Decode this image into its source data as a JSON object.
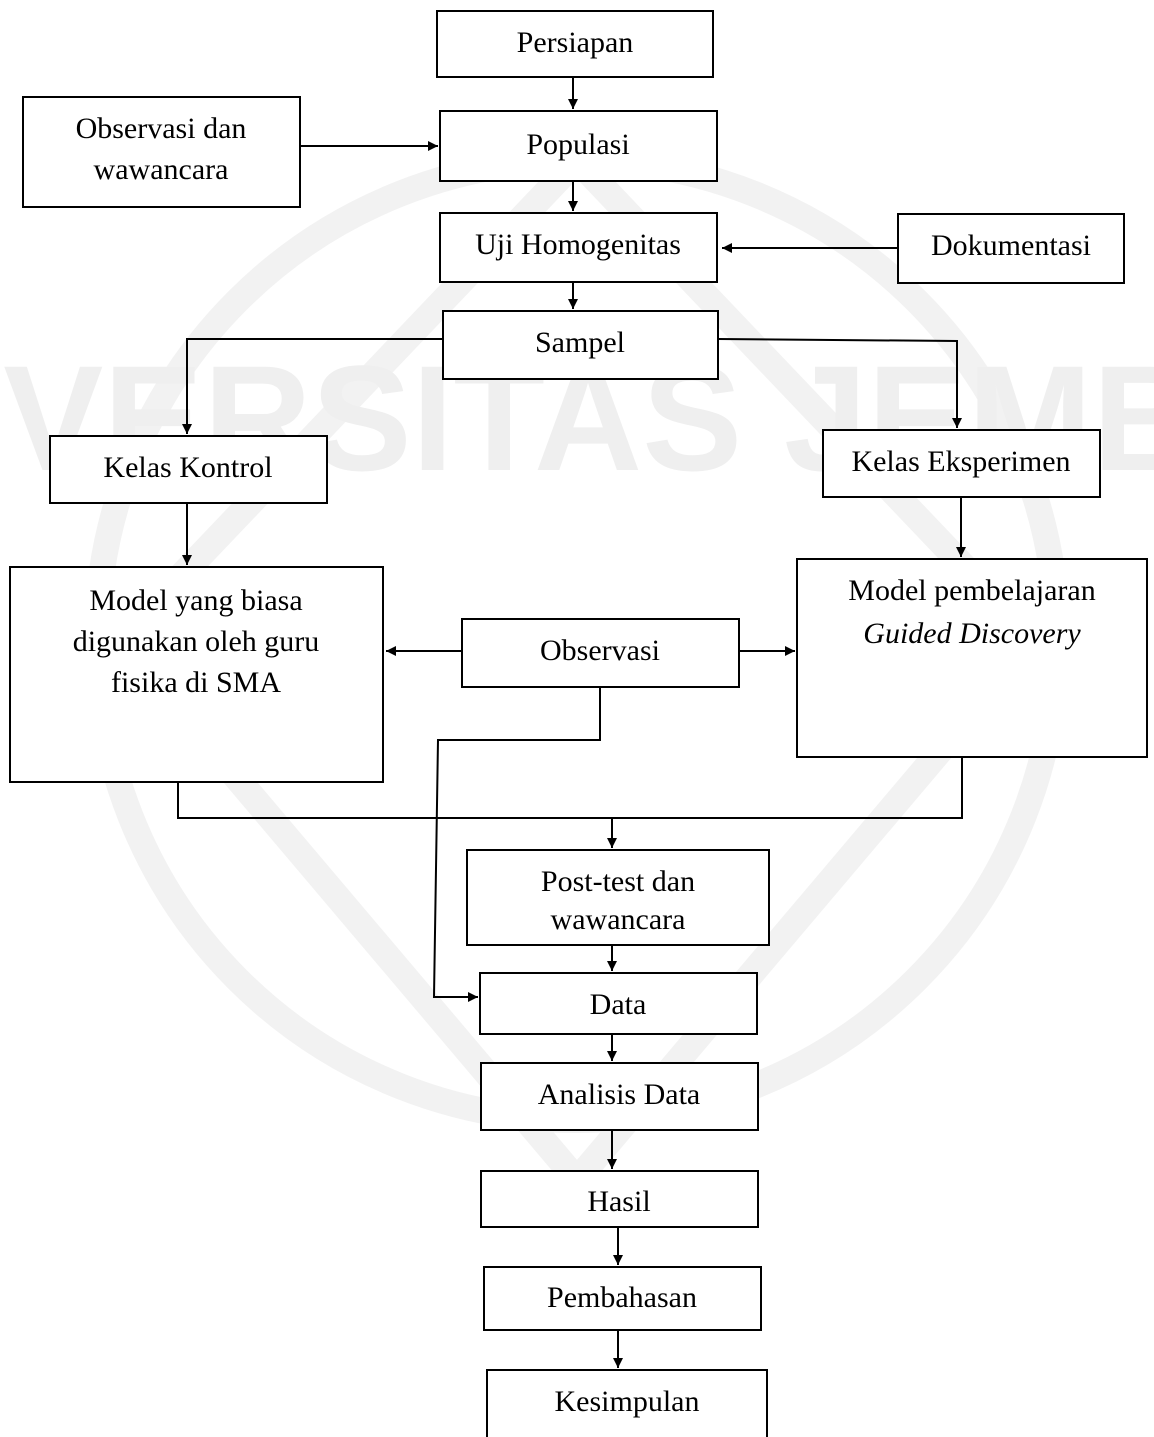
{
  "diagram": {
    "nodes": {
      "persiapan": [
        "Persiapan"
      ],
      "observasi_wawancara": [
        "Observasi dan",
        "wawancara"
      ],
      "populasi": [
        "Populasi"
      ],
      "uji_homogenitas": [
        "Uji Homogenitas"
      ],
      "dokumentasi": [
        "Dokumentasi"
      ],
      "sampel": [
        "Sampel"
      ],
      "kelas_kontrol": [
        "Kelas Kontrol"
      ],
      "kelas_eksperimen": [
        "Kelas Eksperimen"
      ],
      "model_biasa": [
        "Model yang biasa",
        "digunakan oleh guru",
        "fisika di SMA"
      ],
      "observasi": [
        "Observasi"
      ],
      "model_pembelajaran": [
        "Model pembelajaran",
        "Guided Discovery"
      ],
      "posttest": [
        "Post-test dan",
        "wawancara"
      ],
      "data": [
        "Data"
      ],
      "analisis_data": [
        "Analisis Data"
      ],
      "hasil": [
        "Hasil"
      ],
      "pembahasan": [
        "Pembahasan"
      ],
      "kesimpulan": [
        "Kesimpulan"
      ]
    },
    "edges": [
      [
        "persiapan",
        "populasi"
      ],
      [
        "observasi_wawancara",
        "populasi"
      ],
      [
        "populasi",
        "uji_homogenitas"
      ],
      [
        "dokumentasi",
        "uji_homogenitas"
      ],
      [
        "uji_homogenitas",
        "sampel"
      ],
      [
        "sampel",
        "kelas_kontrol"
      ],
      [
        "sampel",
        "kelas_eksperimen"
      ],
      [
        "kelas_kontrol",
        "model_biasa"
      ],
      [
        "kelas_eksperimen",
        "model_pembelajaran"
      ],
      [
        "observasi",
        "model_biasa"
      ],
      [
        "observasi",
        "model_pembelajaran"
      ],
      [
        "model_biasa",
        "posttest"
      ],
      [
        "model_pembelajaran",
        "posttest"
      ],
      [
        "observasi",
        "data"
      ],
      [
        "posttest",
        "data"
      ],
      [
        "data",
        "analisis_data"
      ],
      [
        "analisis_data",
        "hasil"
      ],
      [
        "hasil",
        "pembahasan"
      ],
      [
        "pembahasan",
        "kesimpulan"
      ]
    ]
  },
  "watermark": {
    "text": "UNIVERSITAS JEMBER",
    "color": "#efefef"
  }
}
